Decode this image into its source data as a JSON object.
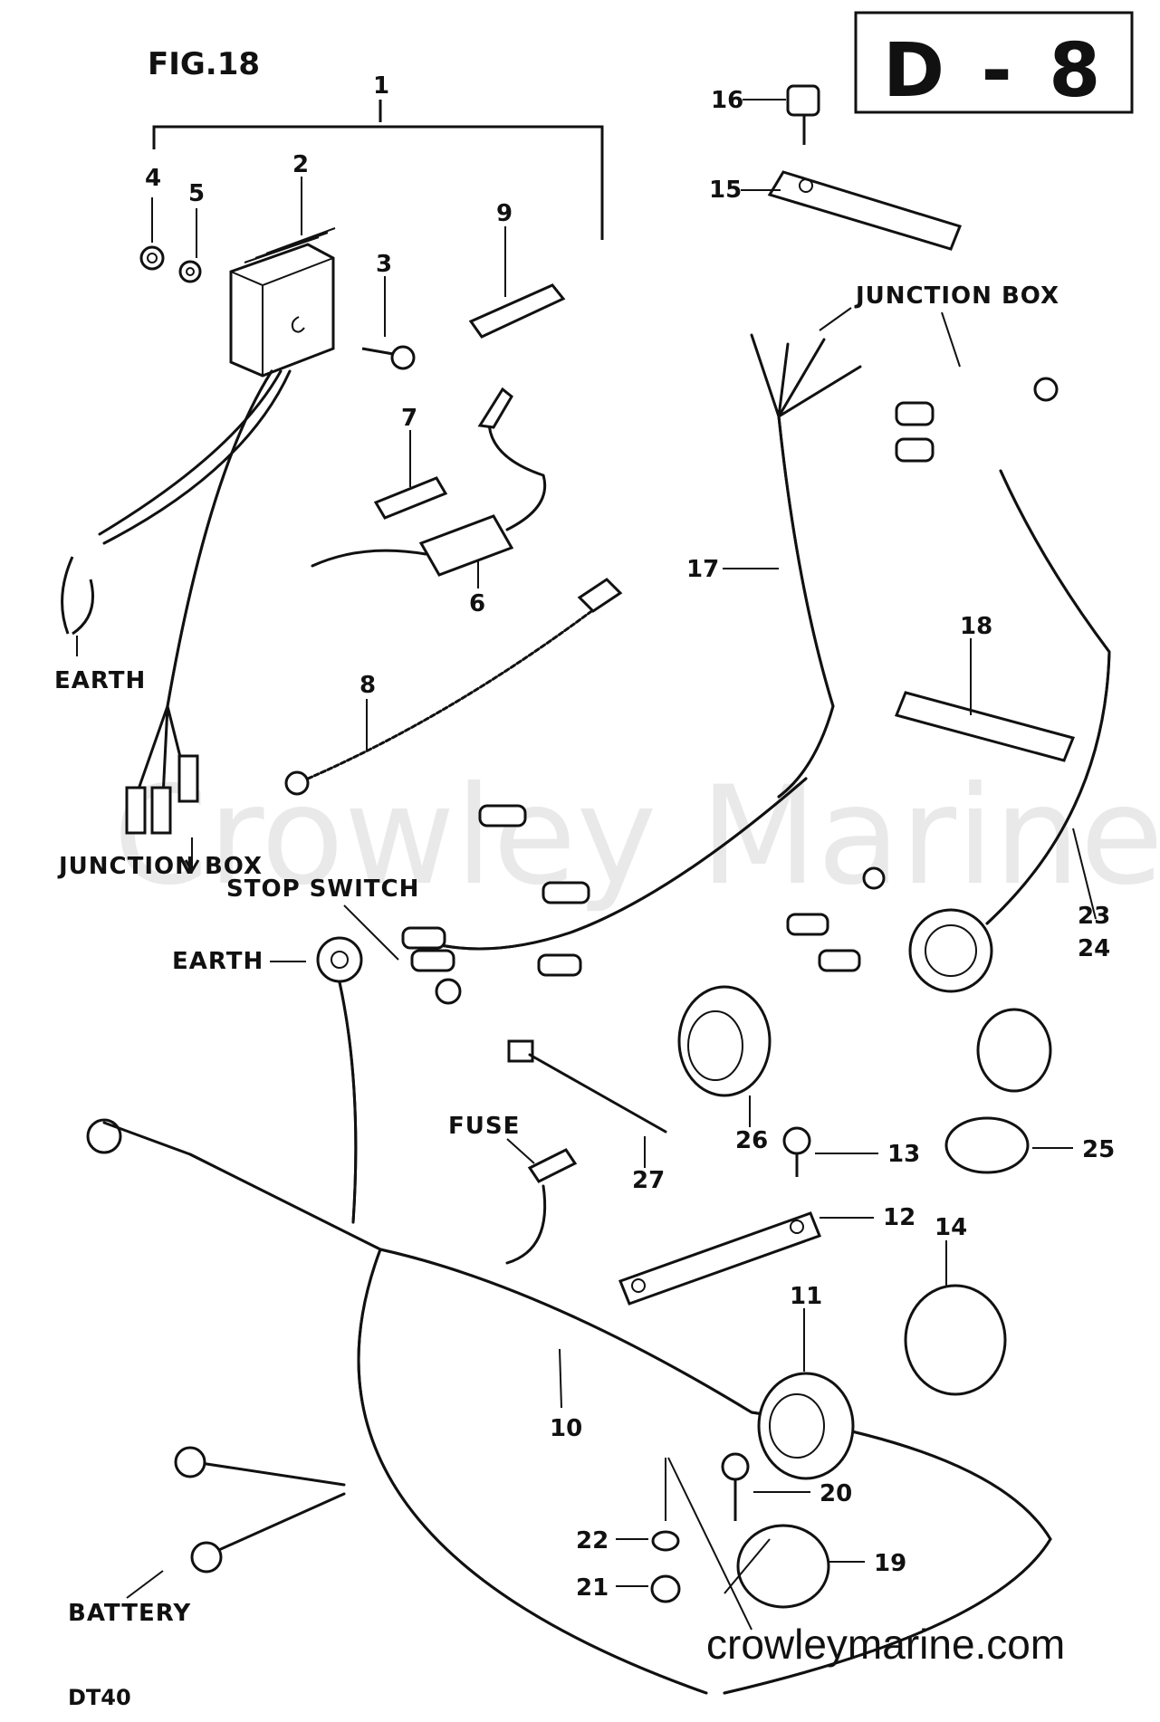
{
  "figure_label": "FIG.18",
  "plate_code": "D - 8",
  "watermark": "Crowley Marine",
  "website": "crowleymarine.com",
  "model": "DT40",
  "labels": {
    "junction_box_top": "JUNCTION BOX",
    "junction_box_left": "JUNCTION BOX",
    "stop_switch": "STOP SWITCH",
    "earth_left": "EARTH",
    "earth_mid": "EARTH",
    "fuse": "FUSE",
    "battery": "BATTERY"
  },
  "callouts": {
    "c1": "1",
    "c2": "2",
    "c3": "3",
    "c4": "4",
    "c5": "5",
    "c6": "6",
    "c7": "7",
    "c8": "8",
    "c9": "9",
    "c10": "10",
    "c11": "11",
    "c12": "12",
    "c13": "13",
    "c14": "14",
    "c15": "15",
    "c16": "16",
    "c17": "17",
    "c18": "18",
    "c19": "19",
    "c20": "20",
    "c21": "21",
    "c22": "22",
    "c23": "23",
    "c24": "24",
    "c25": "25",
    "c26": "26",
    "c27": "27"
  }
}
